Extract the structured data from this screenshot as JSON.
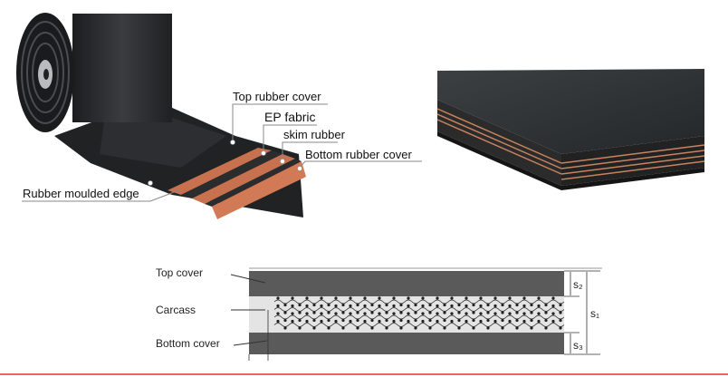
{
  "belt_photo": {
    "labels": {
      "top_rubber_cover": "Top rubber cover",
      "ep_fabric": "EP fabric",
      "skim_rubber": "skim rubber",
      "bottom_rubber_cover": "Bottom rubber cover",
      "rubber_moulded_edge": "Rubber moulded edge"
    }
  },
  "cross_section": {
    "labels": {
      "top_cover": "Top cover",
      "carcass": "Carcass",
      "bottom_cover": "Bottom cover",
      "s1": "s₁",
      "s2": "s₂",
      "s3": "s₃"
    }
  },
  "colors": {
    "rubber": "#2a2c2e",
    "fabric": "#c8714f",
    "section_dark": "#5a5a5a",
    "carcass_bg": "#e4e4e4",
    "accent_line": "#e8302a"
  }
}
